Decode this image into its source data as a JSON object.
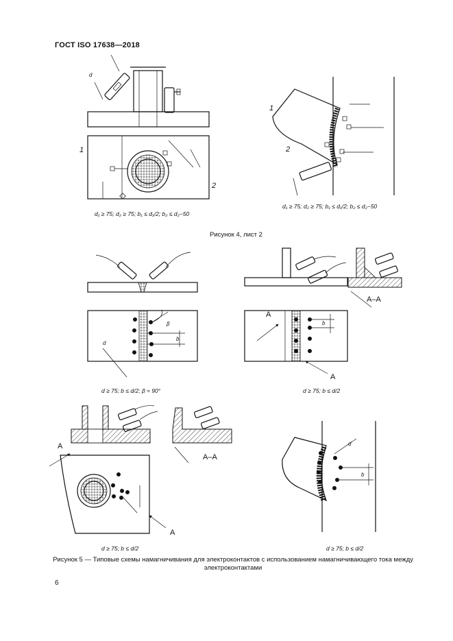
{
  "header": {
    "doc_code": "ГОСТ ISO 17638—2018"
  },
  "figure4": {
    "title": "Рисунок 4, лист 2",
    "left": {
      "caption": "d₁ ≥ 75; d₂ ≥ 75; b₁ ≤ d₁/2; b₂ ≤ d₂−50",
      "label1": "1",
      "label2": "2"
    },
    "right": {
      "caption": "d₁ ≥ 75; d₂ ≥ 75; b₁ ≤ d₁/2; b₂ ≤ d₂−50",
      "label1": "1",
      "label2": "2"
    }
  },
  "figure5": {
    "caption": "Рисунок 5 — Типовые схемы намагничивания для электроконтактов с использованием намагничивающего тока между электроконтактами",
    "panels": [
      {
        "id": "butt",
        "caption": "d ≥ 75; b ≤ d/2; β ≈ 90°"
      },
      {
        "id": "tee",
        "caption": "d ≥ 75; b ≤ d/2",
        "section": "A–A",
        "arrow": "A"
      },
      {
        "id": "pipe",
        "caption": "d ≥ 75; b ≤ d/2",
        "section": "A–A",
        "arrow": "A"
      },
      {
        "id": "branch",
        "caption": "d ≥ 75; b ≤ d/2"
      }
    ]
  },
  "page": {
    "number": "6"
  }
}
